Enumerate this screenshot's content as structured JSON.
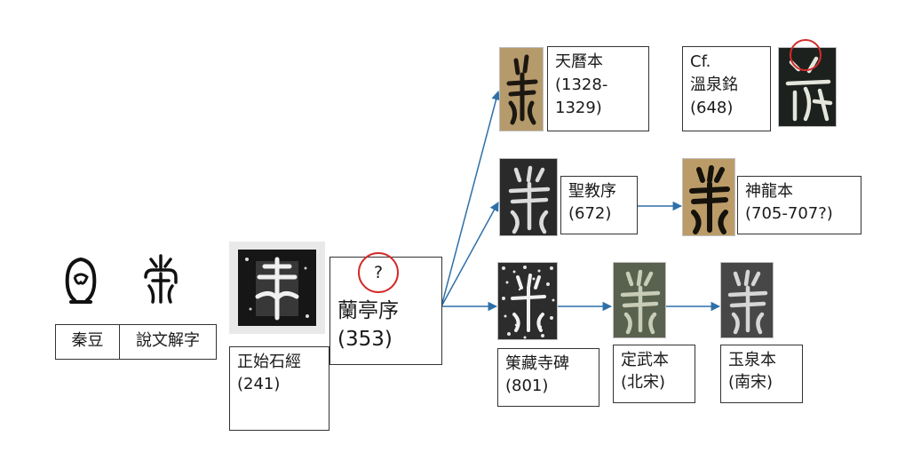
{
  "labels": {
    "qin_bronze": "秦豆",
    "shuowen": "說文解字",
    "zhengshi": {
      "name": "正始石經",
      "date": "(241)"
    },
    "lanting": {
      "mark": "?",
      "name": "蘭亭序",
      "date": "(353)"
    },
    "tianli": {
      "name": "天曆本",
      "date_l1": "(1328-",
      "date_l2": "1329)"
    },
    "wenquan": {
      "cf": "Cf.",
      "name": "溫泉銘",
      "date": "(648)"
    },
    "shengjiao": {
      "name": "聖教序",
      "date": "(672)"
    },
    "shenlong": {
      "name": "神龍本",
      "date": "(705-707?)"
    },
    "xingfu": {
      "name": "䇿藏寺碑",
      "date": "(801)"
    },
    "dingwu": {
      "name": "定武本",
      "date": "(北宋)"
    },
    "yuquan": {
      "name": "玉泉本",
      "date": "(南宋)"
    }
  },
  "colors": {
    "arrow": "#2e6fa8",
    "question_circle": "#d42b2b",
    "box_border": "#333333"
  }
}
